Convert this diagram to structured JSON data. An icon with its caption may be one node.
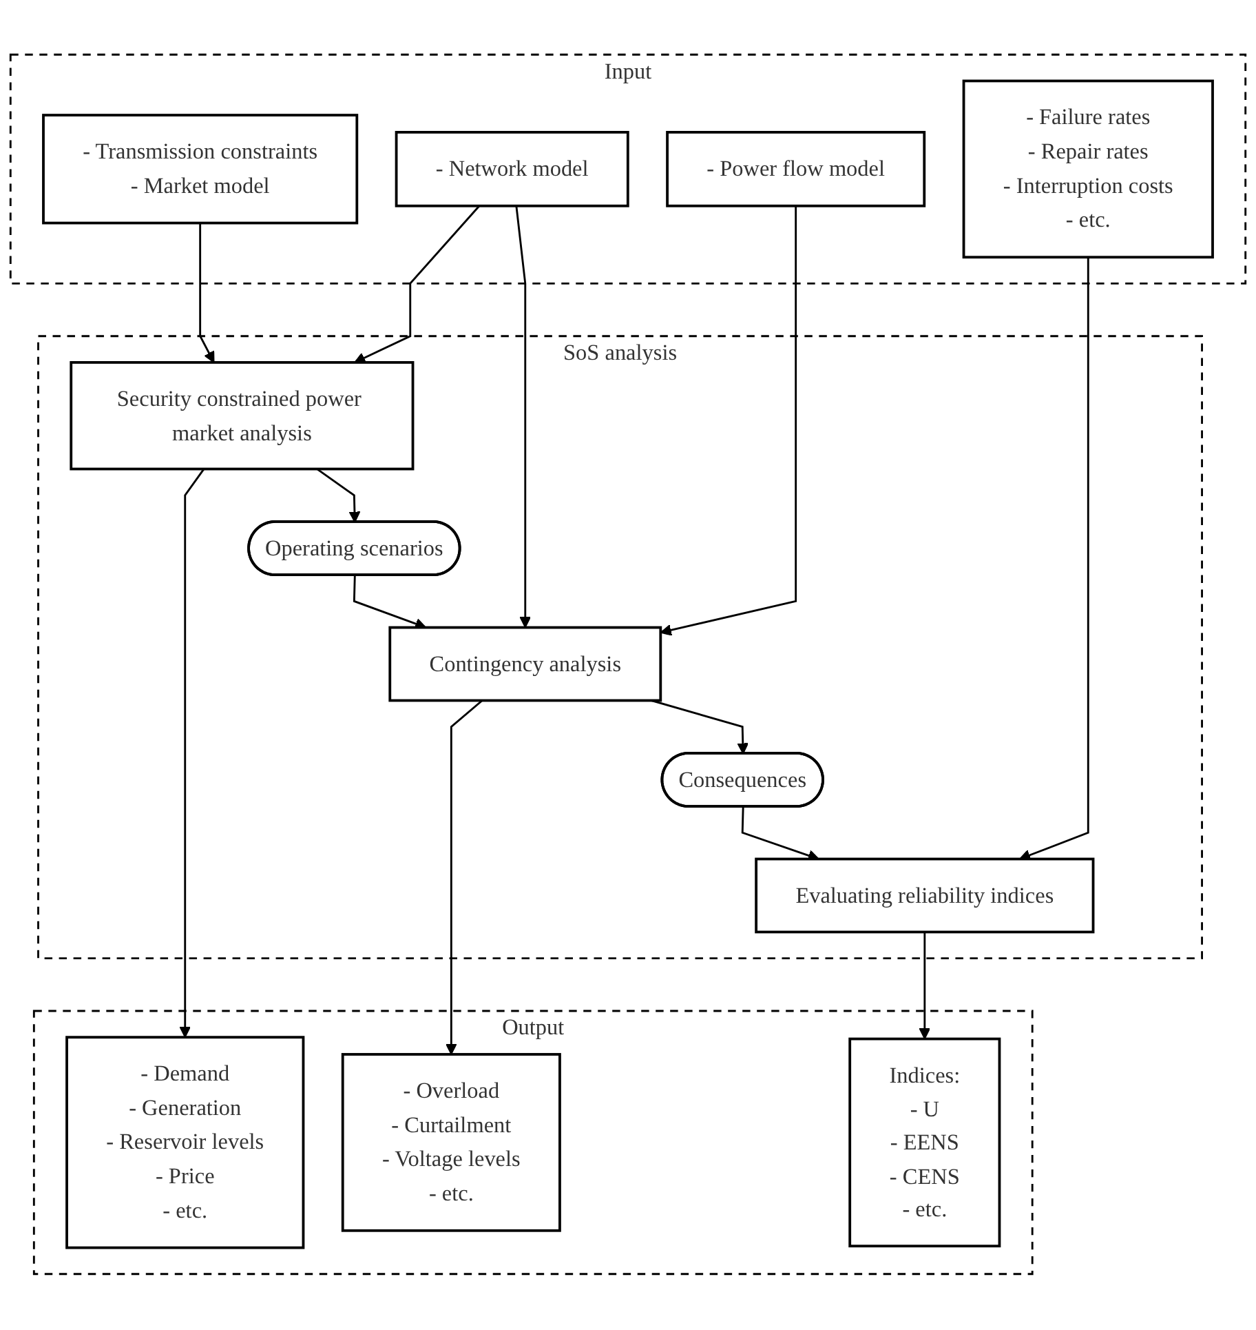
{
  "diagram": {
    "nodes": [
      {
        "text": [
          "Input"
        ]
      },
      {
        "text": [
          "SoS analysis"
        ]
      },
      {
        "text": [
          "Output"
        ]
      },
      {
        "text": [
          "- Transmission constraints",
          "- Market model"
        ],
        "in": 0
      },
      {
        "text": [
          "- Network model"
        ],
        "in": 0
      },
      {
        "text": [
          "- Power flow model"
        ],
        "in": 0
      },
      {
        "text": [
          "- Failure rates",
          "- Repair rates",
          "- Interruption costs",
          "- etc."
        ],
        "in": 0
      },
      {
        "text": [
          "Security constrained power market analysis"
        ],
        "in": 1
      },
      {
        "text": [
          "Operating scenarios"
        ],
        "in": 1
      },
      {
        "text": [
          "Contingency analysis"
        ],
        "in": 1
      },
      {
        "text": [
          "Consequences"
        ],
        "in": 1
      },
      {
        "text": [
          "Evaluating reliability indices"
        ],
        "in": 1
      },
      {
        "text": [
          "- Demand",
          "- Generation",
          "- Reservoir levels",
          "- Price",
          "- etc."
        ],
        "in": 2
      },
      {
        "text": [
          "- Overload",
          "- Curtailment",
          "- Voltage levels",
          "- etc."
        ],
        "in": 2
      },
      {
        "text": [
          "Indices:",
          "- U",
          "- EENS",
          "- CENS",
          "- etc."
        ],
        "in": 2
      }
    ],
    "edges": [
      {
        "from": 3,
        "to": 7,
        "arrow": "to"
      },
      {
        "from": 4,
        "to": 7,
        "arrow": "to"
      },
      {
        "from": 7,
        "to": 12,
        "arrow": "to"
      },
      {
        "from": 7,
        "to": 8,
        "arrow": "to"
      },
      {
        "from": 4,
        "to": 9,
        "arrow": "to"
      },
      {
        "from": 8,
        "to": 9,
        "arrow": "to"
      },
      {
        "from": 5,
        "to": 9,
        "arrow": "to"
      },
      {
        "from": 9,
        "to": 13,
        "arrow": "to"
      },
      {
        "from": 9,
        "to": 10,
        "arrow": "to"
      },
      {
        "from": 10,
        "to": 11,
        "arrow": "to"
      },
      {
        "from": 6,
        "to": 11,
        "arrow": "to"
      },
      {
        "from": 11,
        "to": 14,
        "arrow": "to"
      }
    ]
  }
}
